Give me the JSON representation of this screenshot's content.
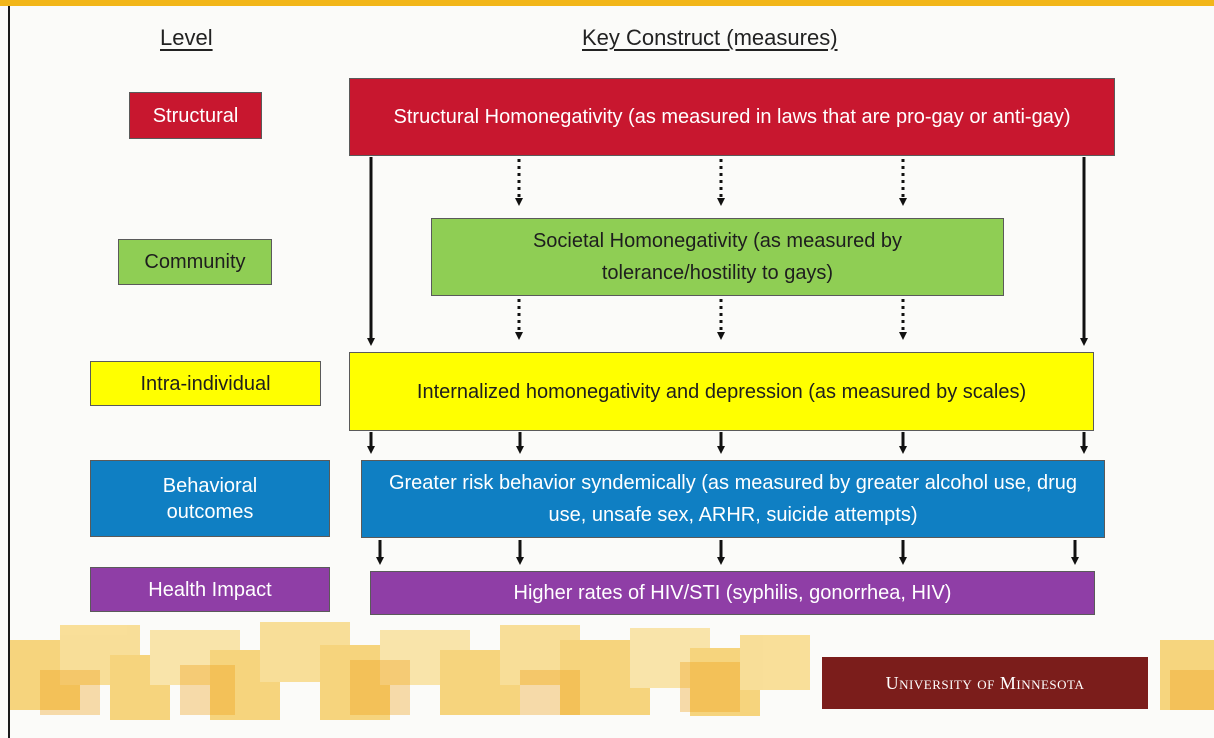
{
  "headings": {
    "level": "Level",
    "construct": "Key Construct (measures)"
  },
  "levels": [
    {
      "label": "Structural",
      "color": "#c8172f"
    },
    {
      "label": "Community",
      "color": "#8fce54"
    },
    {
      "label": "Intra-individual",
      "color": "#ffff00"
    },
    {
      "label": "Behavioral\noutcomes",
      "color": "#0f7fc3"
    },
    {
      "label": "Health Impact",
      "color": "#8f3ea6"
    }
  ],
  "constructs": {
    "structural": "Structural Homonegativity (as measured in laws that are pro-gay or anti-gay)",
    "societal": "Societal Homonegativity (as measured by tolerance/hostility to gays)",
    "internalized": "Internalized homonegativity and depression (as measured by scales)",
    "behavior": "Greater risk behavior syndemically (as measured by greater alcohol use, drug use, unsafe sex, ARHR, suicide attempts)",
    "health": "Higher rates of HIV/STI (syphilis, gonorrhea, HIV)"
  },
  "logo": {
    "text": "University of Minnesota",
    "background": "#7b1d1b"
  },
  "accent": "#f2b619"
}
